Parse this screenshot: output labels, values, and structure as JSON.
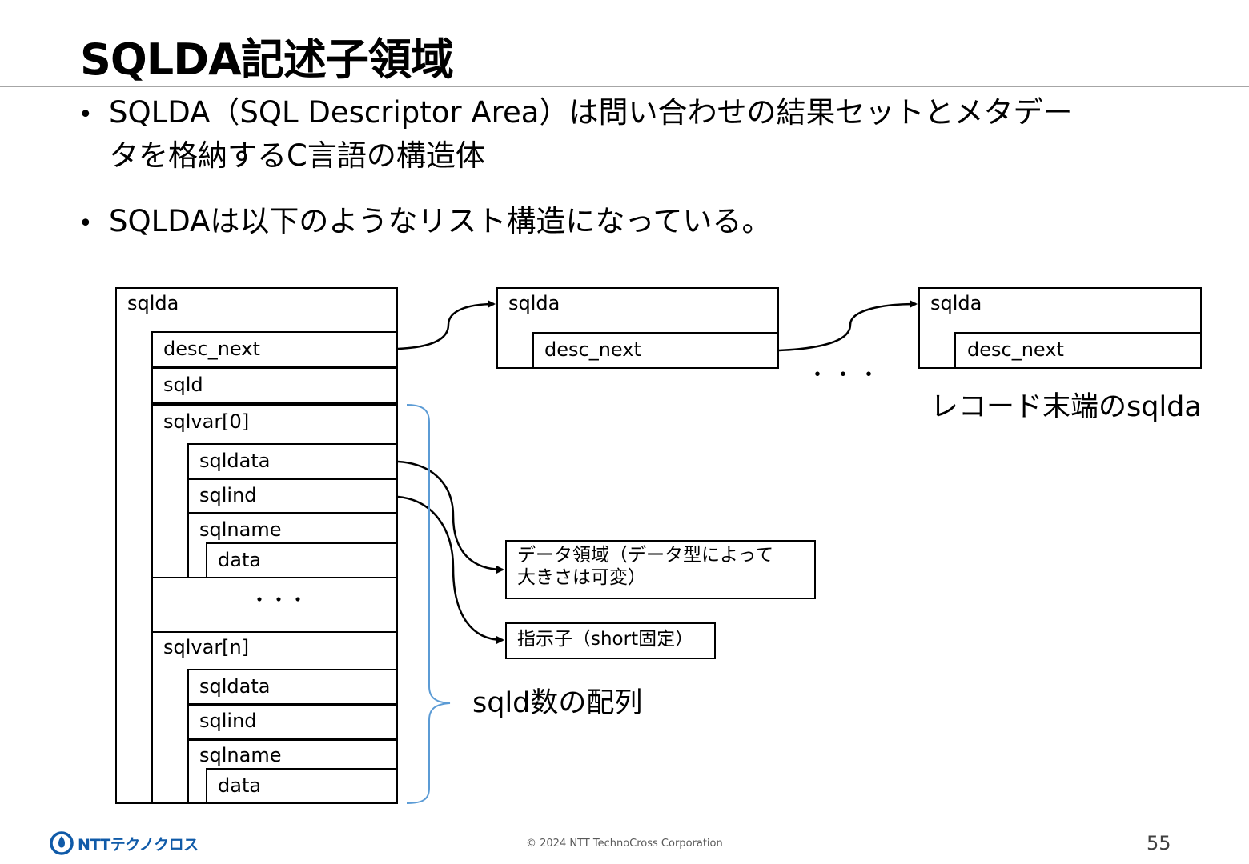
{
  "slide": {
    "title": "SQLDA記述子領域",
    "bullets": [
      {
        "line1": "SQLDA（SQL  Descriptor  Area）は問い合わせの結果セットとメタデー",
        "line2": "タを格納するC言語の構造体"
      },
      {
        "line1": "SQLDAは以下のようなリスト構造になっている。"
      }
    ],
    "bullet_marker": "•"
  },
  "diagram": {
    "main": {
      "header": "sqlda",
      "desc_next": "desc_next",
      "sqld": "sqld",
      "sqlvar0": "sqlvar[0]",
      "sqlvarn": "sqlvar[n]",
      "sqldata": "sqldata",
      "sqlind": "sqlind",
      "sqlname": "sqlname",
      "data": "data",
      "ellipsis": "・・・"
    },
    "second": {
      "header": "sqlda",
      "desc_next": "desc_next"
    },
    "third": {
      "header": "sqlda",
      "desc_next": "desc_next"
    },
    "chain_ellipsis": "・・・",
    "last_record_caption": "レコード末端のsqlda",
    "data_area_note": {
      "line1": "データ領域（データ型によって",
      "line2": "大きさは可変）"
    },
    "indicator_note": "指示子（short固定）",
    "array_caption": "sqld数の配列",
    "brace_color": "#5b9bd5"
  },
  "footer": {
    "logo_text": "NTTテクノクロス",
    "logo_color": "#0f5aa8",
    "copyright": "© 2024 NTT TechnoCross Corporation",
    "page_number": "55"
  }
}
